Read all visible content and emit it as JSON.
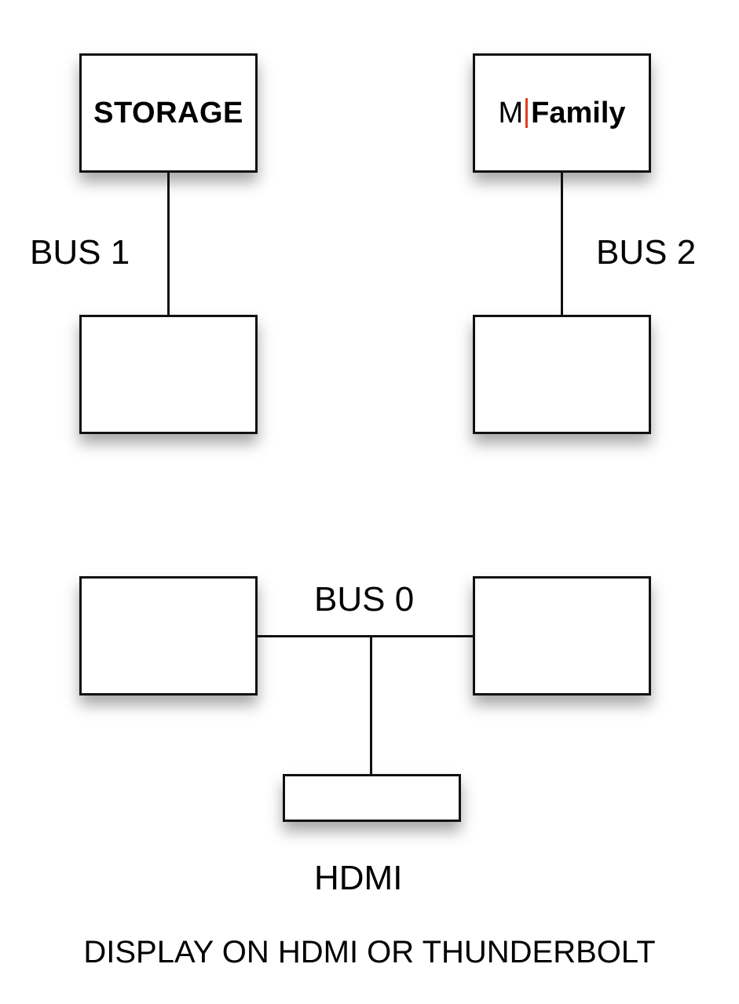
{
  "diagram": {
    "storage_label": "STORAGE",
    "mfamily": {
      "prefix": "M",
      "bar_color": "#e0401a",
      "suffix": "Family"
    },
    "bus1_label": "BUS 1",
    "bus2_label": "BUS 2",
    "bus0_label": "BUS 0",
    "hdmi_label": "HDMI",
    "caption": "DISPLAY ON HDMI OR THUNDERBOLT"
  }
}
